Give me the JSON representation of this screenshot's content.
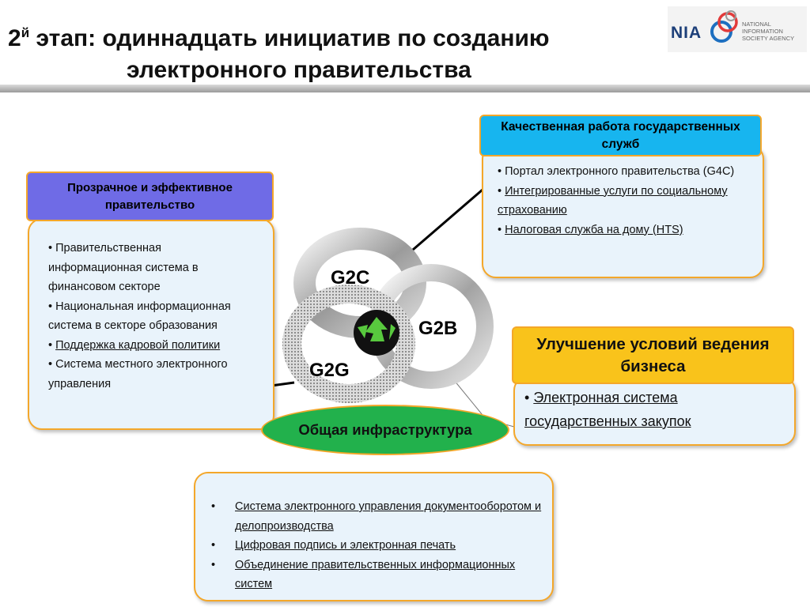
{
  "header": {
    "title_num": "2",
    "title_sup": "й",
    "title_line1_rest": " этап: одиннадцать инициатив по созданию",
    "title_line2": "электронного правительства"
  },
  "logo": {
    "text": "NIA",
    "agency": "NATIONAL INFORMATION SOCIETY AGENCY"
  },
  "left_panel": {
    "header": "Прозрачное и эффективное правительство",
    "items": [
      "• Правительственная информационная система в финансовом секторе",
      "• Национальная информационная система в секторе образования",
      "Поддержка кадровой политики",
      "• Система местного электронного управления"
    ],
    "bullet": "• "
  },
  "right_panel": {
    "header": "Качественная работа государственных служб",
    "items": [
      "• Портал электронного правительства (G4C)",
      "Интегрированные услуги по социальному страхованию",
      "Налоговая служба на дому (HTS)"
    ],
    "bullet": "• "
  },
  "business_panel": {
    "header": "Улучшение условий ведения бизнеса",
    "bullet": "• ",
    "item": "Электронная система государственных закупок"
  },
  "infra": {
    "label": "Общая инфраструктура"
  },
  "bottom_panel": {
    "bullet": "•",
    "items": [
      "Система электронного управления документооборотом и делопроизводства",
      "Цифровая подпись и электронная печать",
      "Объединение правительственных информационных систем"
    ]
  },
  "rings": {
    "g2c": "G2C",
    "g2b": "G2B",
    "g2g": "G2G",
    "center_icon": "recycle-icon"
  },
  "colors": {
    "accent_border": "#f4a72a",
    "left_header": "#6f6be6",
    "right_header": "#17b5ef",
    "business_header": "#f9c31b",
    "infra": "#22b14c"
  }
}
